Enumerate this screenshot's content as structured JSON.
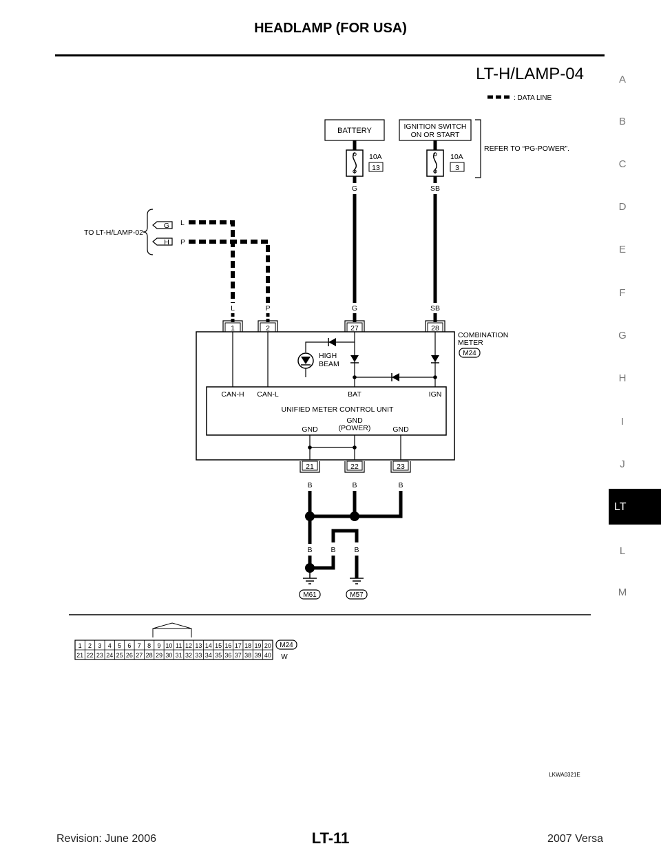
{
  "header": {
    "title": "HEADLAMP (FOR USA)",
    "diagram_id": "LT-H/LAMP-04"
  },
  "side_index": {
    "letters": [
      "A",
      "B",
      "C",
      "D",
      "E",
      "F",
      "G",
      "H",
      "I",
      "J",
      "L",
      "M"
    ],
    "active_tab": "LT"
  },
  "legend": {
    "data_line": ": DATA LINE"
  },
  "power": {
    "battery": "BATTERY",
    "ignition_line1": "IGNITION SWITCH",
    "ignition_line2": "ON OR START",
    "fuse1_amp": "10A",
    "fuse1_num": "13",
    "fuse2_amp": "10A",
    "fuse2_num": "3",
    "refer": "REFER TO “PG-POWER”."
  },
  "wires": {
    "g": "G",
    "sb": "SB",
    "l": "L",
    "p": "P",
    "b": "B"
  },
  "connector_ref": {
    "to_label": "TO LT-H/LAMP-02",
    "g": "G",
    "h": "H"
  },
  "meter": {
    "pin1": "1",
    "pin2": "2",
    "pin27": "27",
    "pin28": "28",
    "pin21": "21",
    "pin22": "22",
    "pin23": "23",
    "combination_line1": "COMBINATION",
    "combination_line2": "METER",
    "connector": "M24",
    "high_line1": "HIGH",
    "high_line2": "BEAM",
    "can_h": "CAN-H",
    "can_l": "CAN-L",
    "bat": "BAT",
    "ign": "IGN",
    "unit": "UNIFIED METER CONTROL UNIT",
    "gnd": "GND",
    "gnd_power_line1": "GND",
    "gnd_power_line2": "(POWER)",
    "gnd2": "GND"
  },
  "grounds": {
    "m61": "M61",
    "m57": "M57"
  },
  "connector_face": {
    "id": "M24",
    "color": "W",
    "row1": [
      "1",
      "2",
      "3",
      "4",
      "5",
      "6",
      "7",
      "8",
      "9",
      "10",
      "11",
      "12",
      "13",
      "14",
      "15",
      "16",
      "17",
      "18",
      "19",
      "20"
    ],
    "row2": [
      "21",
      "22",
      "23",
      "24",
      "25",
      "26",
      "27",
      "28",
      "29",
      "30",
      "31",
      "32",
      "33",
      "34",
      "35",
      "36",
      "37",
      "38",
      "39",
      "40"
    ]
  },
  "figure_code": "LKWA0321E",
  "footer": {
    "revision": "Revision: June 2006",
    "page": "LT-11",
    "model": "2007 Versa"
  }
}
